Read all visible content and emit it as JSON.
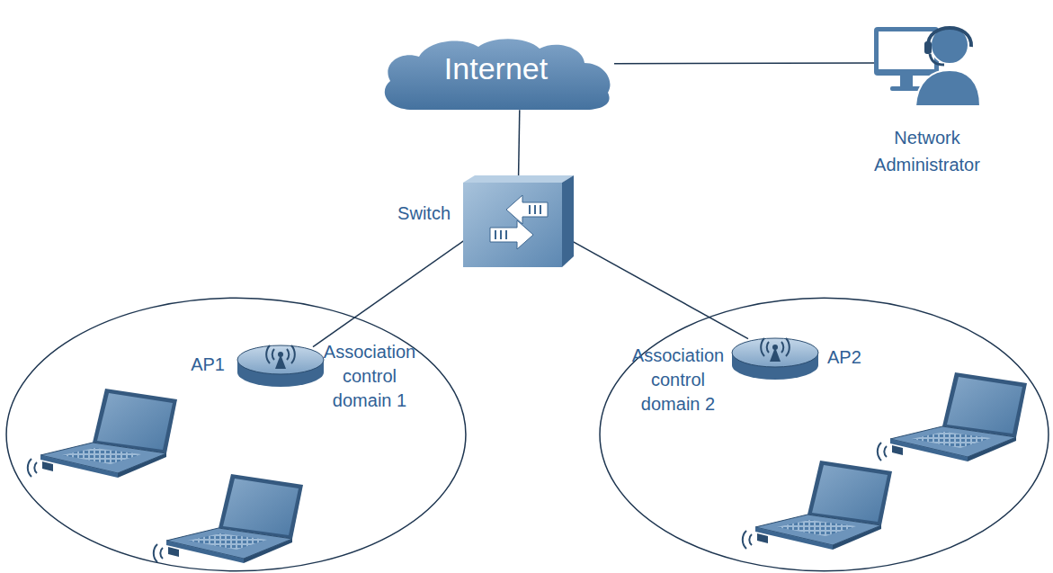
{
  "diagram": {
    "nodes": [
      {
        "text": [
          "Internet"
        ]
      },
      {
        "text": [
          "Network Administrator"
        ]
      },
      {
        "text": [
          "Switch"
        ]
      },
      {
        "text": [
          "Association control domain 1"
        ]
      },
      {
        "text": [
          "AP1"
        ],
        "in": 3
      },
      {
        "text": [
          "Association control domain 2"
        ]
      },
      {
        "text": [
          "AP2"
        ],
        "in": 5
      }
    ],
    "edges": [
      {
        "from": 0,
        "to": 1,
        "arrow": "none"
      },
      {
        "from": 0,
        "to": 2,
        "arrow": "none"
      },
      {
        "from": 2,
        "to": 4,
        "arrow": "none"
      },
      {
        "from": 2,
        "to": 6,
        "arrow": "none"
      }
    ]
  }
}
